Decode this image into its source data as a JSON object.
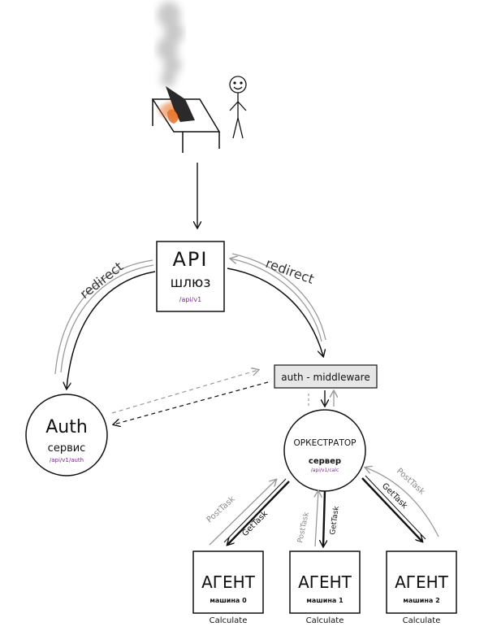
{
  "colors": {
    "ink": "#111111",
    "gray_arrow": "#9a9a9a",
    "path_purple": "#7b2a8f",
    "middleware_fill": "#e6e6e6",
    "fire": "#e8722a",
    "smoke": "#b8b8b8"
  },
  "icons": [
    "stick-figure-icon",
    "laptop-on-fire-icon",
    "desk-icon",
    "smoke-icon"
  ],
  "gateway": {
    "title": "API",
    "subtitle": "шлюз",
    "path": "/api/v1"
  },
  "auth": {
    "title": "Auth",
    "subtitle": "сервис",
    "path": "/api/v1/auth"
  },
  "middleware": {
    "label": "auth - middleware"
  },
  "orchestrator": {
    "title": "ОРКЕСТРАТОР",
    "subtitle": "сервер",
    "path": "/api/v1/calc"
  },
  "redirect_left": "redirect",
  "redirect_right": "redirect",
  "agents": [
    {
      "title": "АГЕНТ",
      "machine": "машина 0",
      "caption": "Calculate",
      "post": "PostTask",
      "get": "GetTask"
    },
    {
      "title": "АГЕНТ",
      "machine": "машина 1",
      "caption": "Calculate",
      "post": "PostTask",
      "get": "GetTask"
    },
    {
      "title": "АГЕНТ",
      "machine": "машина 2",
      "caption": "Calculate",
      "post": "PostTask",
      "get": "GetTask"
    }
  ]
}
